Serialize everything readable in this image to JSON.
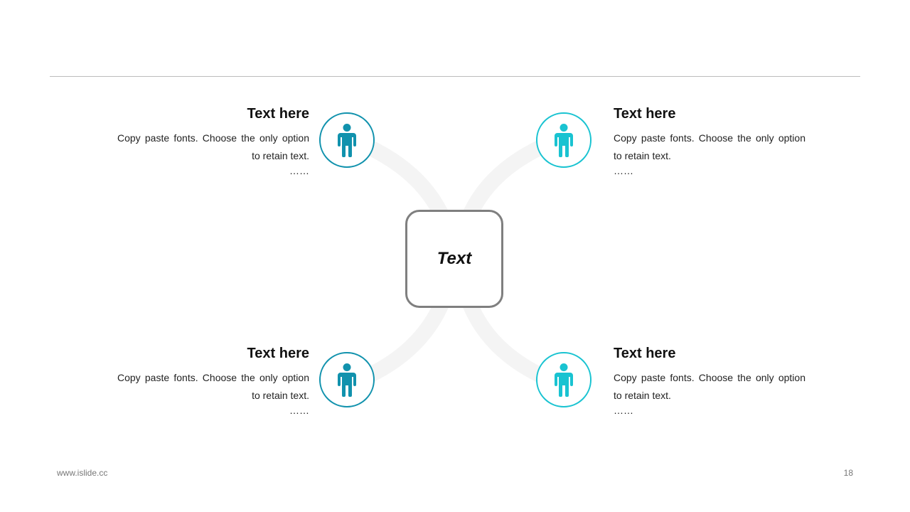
{
  "colors": {
    "dark_teal": "#1192ad",
    "light_teal": "#19c3d1",
    "connector": "#f4f4f4",
    "center_border": "#7f7f7f",
    "rule": "#bdbdbd"
  },
  "center": {
    "label": "Text"
  },
  "nodes": [
    {
      "id": "top-left",
      "title": "Text here",
      "body": "Copy paste fonts. Choose the only option to retain text.",
      "ellipsis": "……",
      "icon": "person-icon",
      "color": "#1192ad"
    },
    {
      "id": "top-right",
      "title": "Text here",
      "body": "Copy paste fonts. Choose the only option to retain text.",
      "ellipsis": "……",
      "icon": "person-icon",
      "color": "#19c3d1"
    },
    {
      "id": "bottom-left",
      "title": "Text here",
      "body": "Copy paste fonts. Choose the only option to retain text.",
      "ellipsis": "……",
      "icon": "person-icon",
      "color": "#1192ad"
    },
    {
      "id": "bottom-right",
      "title": "Text here",
      "body": "Copy paste fonts. Choose the only option to retain text.",
      "ellipsis": "……",
      "icon": "person-icon",
      "color": "#19c3d1"
    }
  ],
  "footer": {
    "website": "www.islide.cc",
    "page_number": "18"
  }
}
